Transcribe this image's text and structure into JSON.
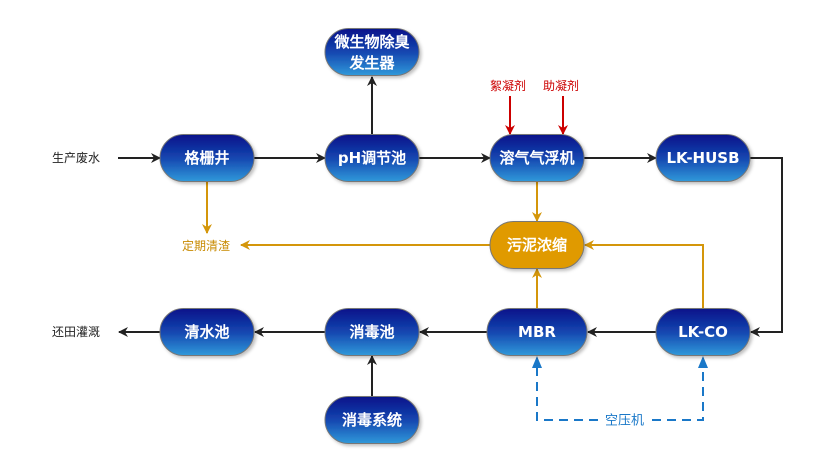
{
  "colors": {
    "node_top": "#0a1a8a",
    "node_bottom": "#2e8fd6",
    "sludge_node": "#e09a00",
    "flow_black": "#222222",
    "sludge_line": "#d4960a",
    "chemical_red": "#cc0000",
    "air_blue": "#1a78c8"
  },
  "nodes": {
    "grille_well": "格栅井",
    "ph_tank": "pH调节池",
    "deodor_line1": "微生物除臭",
    "deodor_line2": "发生器",
    "daf": "溶气气浮机",
    "lk_husb": "LK-HUSB",
    "sludge_thickening": "污泥浓缩",
    "lk_co": "LK-CO",
    "mbr": "MBR",
    "disinfection_tank": "消毒池",
    "clear_water_tank": "清水池",
    "disinfection_system": "消毒系统"
  },
  "labels": {
    "input": "生产废水",
    "output": "还田灌溉",
    "periodic_cleaning": "定期清渣",
    "flocculant": "絮凝剂",
    "coagulant_aid": "助凝剂",
    "air_compressor": "空压机"
  }
}
